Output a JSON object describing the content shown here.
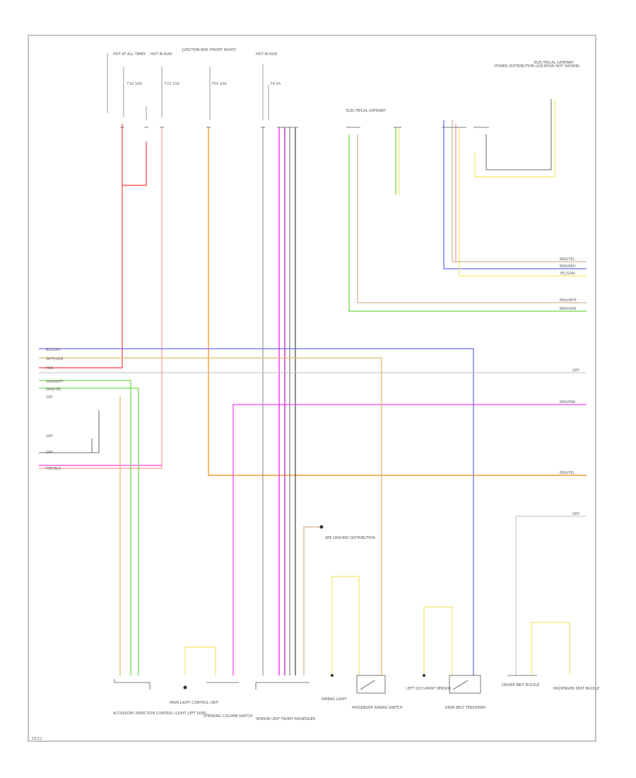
{
  "page_id": "10/12",
  "colors": {
    "red": "#ff5c5c",
    "pink": "#ff9a9a",
    "orange": "#ff9a2e",
    "tan": "#e8b86a",
    "purple": "#c050c0",
    "magenta": "#ff40ff",
    "blue": "#6b6bff",
    "green": "#6fdc4a",
    "yellow": "#f2e66b",
    "gray": "#808080",
    "dark": "#404040",
    "black": "#222222"
  },
  "top_labels": {
    "hot_at_all_times": "HOT AT ALL TIMES",
    "hot_in_run": "HOT IN RUN",
    "hot_in_run2": "HOT IN RUN",
    "fuse_panel": "JUNCTION BOX (FRONT RIGHT)",
    "electrical_gateway": "ELECTRICAL GATEWAY",
    "electrical_gateway2": "ELECTRICAL GATEWAY",
    "power_dist_label": "POWER DISTRIBUTION (LOCATION NOT SHOWN)"
  },
  "fuses": [
    "F18 10A",
    "F22 10A",
    "F54 10A",
    "F4 5A"
  ],
  "left_wires": [
    "BLU/GRY",
    "WHT/GRN",
    "PNK",
    "GRN/WHT",
    "GRN/YEL",
    "GRY",
    "GRY",
    "GRY",
    "PNK/BLU"
  ],
  "right_wires": [
    "BRN/YEL",
    "BRN/RED",
    "YEL/GRN",
    "BRN/WHT",
    "BRN/GRN",
    "GRY",
    "BRN/PNK",
    "BRN/YEL",
    "GRY"
  ],
  "bottom_components": [
    "ACCESSORY DIRECTION CONTROL (LIGHT LEFT SIDE)",
    "MAIN LIGHT CONTROL UNIT",
    "STEERING COLUMN SWITCH",
    "SENSOR UNIT FRONT PASSENGER",
    "AIRBAG LIGHT",
    "PASSENGER AIRBAG SWITCH",
    "LEFT OCCUPANT SENSOR",
    "REAR BELT TENSIONER",
    "DRIVER BELT BUCKLE",
    "PASSENGER SEAT BUCKLE"
  ],
  "note": "SEE GROUND DISTRIBUTION"
}
